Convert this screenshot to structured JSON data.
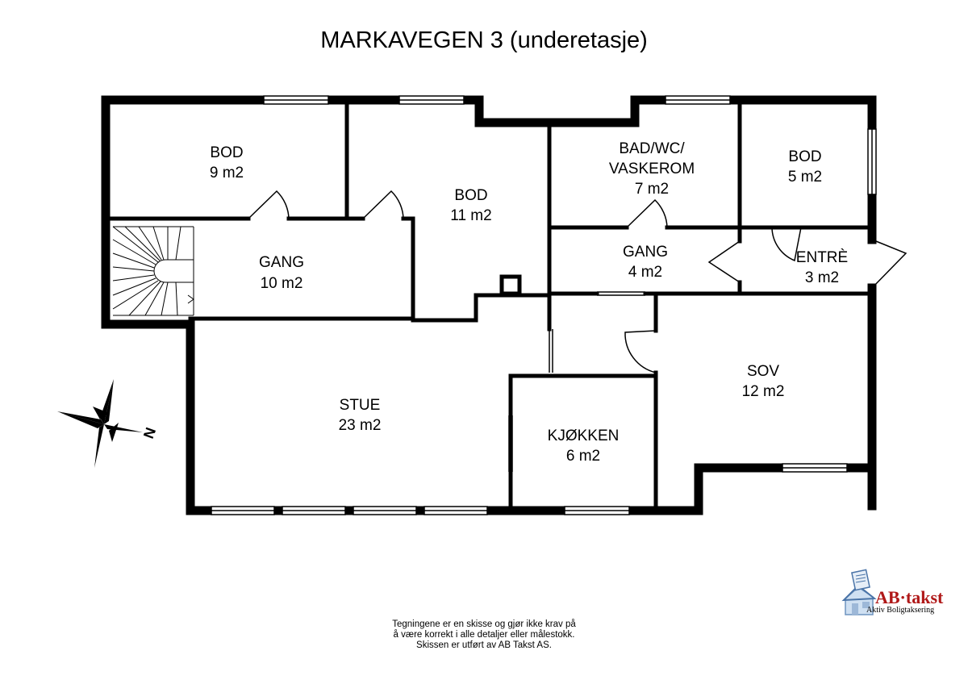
{
  "title": "MARKAVEGEN 3 (underetasje)",
  "rooms": [
    {
      "name": "BOD",
      "area": "9 m2"
    },
    {
      "name": "BOD",
      "area": "11 m2"
    },
    {
      "name": "BAD/WC/",
      "name2": "VASKEROM",
      "area": "7 m2"
    },
    {
      "name": "BOD",
      "area": "5 m2"
    },
    {
      "name": "GANG",
      "area": "10 m2"
    },
    {
      "name": "GANG",
      "area": "4 m2"
    },
    {
      "name": "ENTRÈ",
      "area": "3 m2"
    },
    {
      "name": "STUE",
      "area": "23 m2"
    },
    {
      "name": "SOV",
      "area": "12 m2"
    },
    {
      "name": "KJØKKEN",
      "area": "6 m2"
    }
  ],
  "compass": {
    "label": "N",
    "icon": "compass-rose-icon"
  },
  "disclaimer": [
    "Tegningene er en skisse og gjør ikke krav på",
    "å være korrekt i alle detaljer eller målestokk.",
    "Skissen er utført av AB Takst AS."
  ],
  "logo": {
    "name": "AB·takst",
    "tagline": "Aktiv Boligtaksering",
    "icon": "house-logo-icon",
    "color": "#b01818"
  }
}
